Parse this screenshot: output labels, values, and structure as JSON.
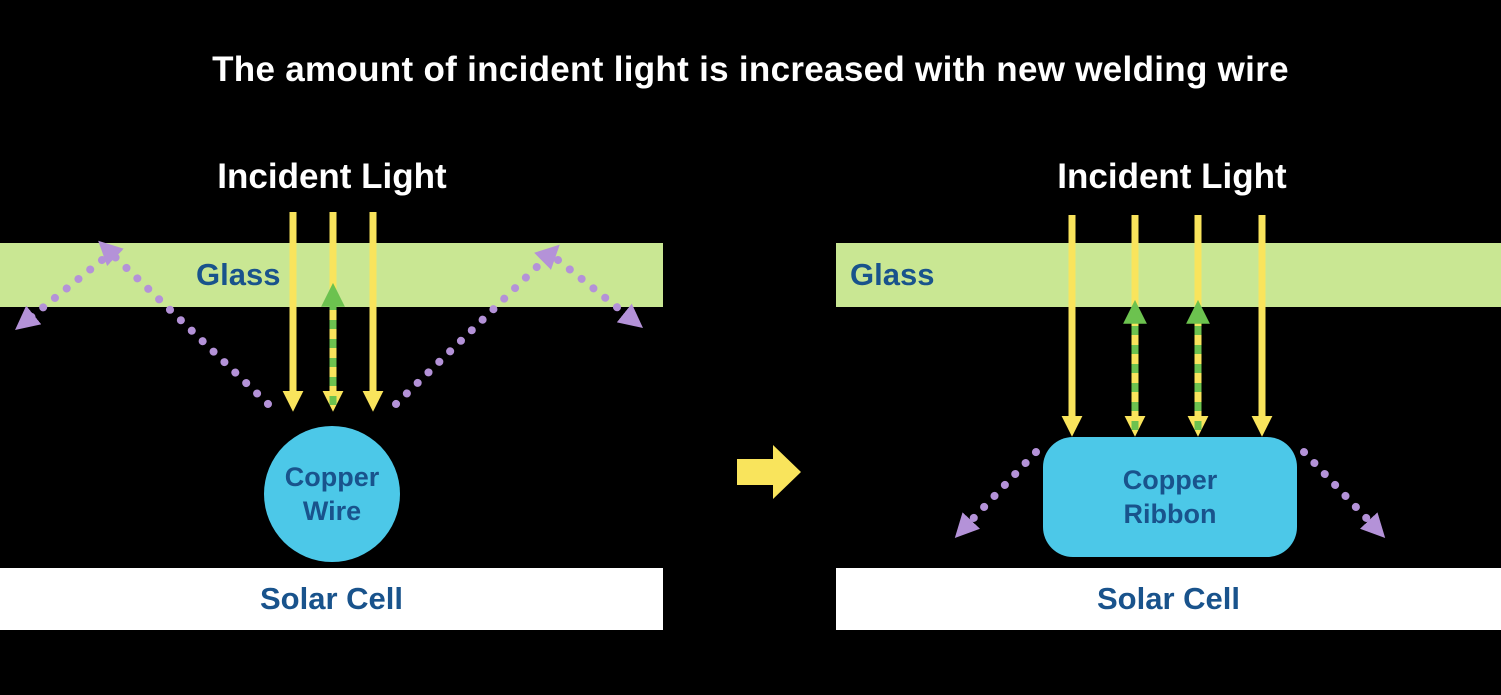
{
  "title": "The amount of incident light is increased with new welding wire",
  "colors": {
    "background": "#000000",
    "title_text": "#ffffff",
    "glass_fill": "#c9e793",
    "deep_blue_text": "#19538c",
    "incident_yellow": "#f9e45c",
    "absorbed_green": "#6cc24f",
    "reflected_purple": "#b492d8",
    "copper_cyan": "#4cc8e8",
    "solar_cell_fill": "#ffffff"
  },
  "left_diagram": {
    "incident_light_label": "Incident Light",
    "glass_label": "Glass",
    "copper_line1": "Copper",
    "copper_line2": "Wire",
    "solar_cell_label": "Solar Cell"
  },
  "right_diagram": {
    "incident_light_label": "Incident Light",
    "glass_label": "Glass",
    "copper_line1": "Copper",
    "copper_line2": "Ribbon",
    "solar_cell_label": "Solar Cell"
  }
}
